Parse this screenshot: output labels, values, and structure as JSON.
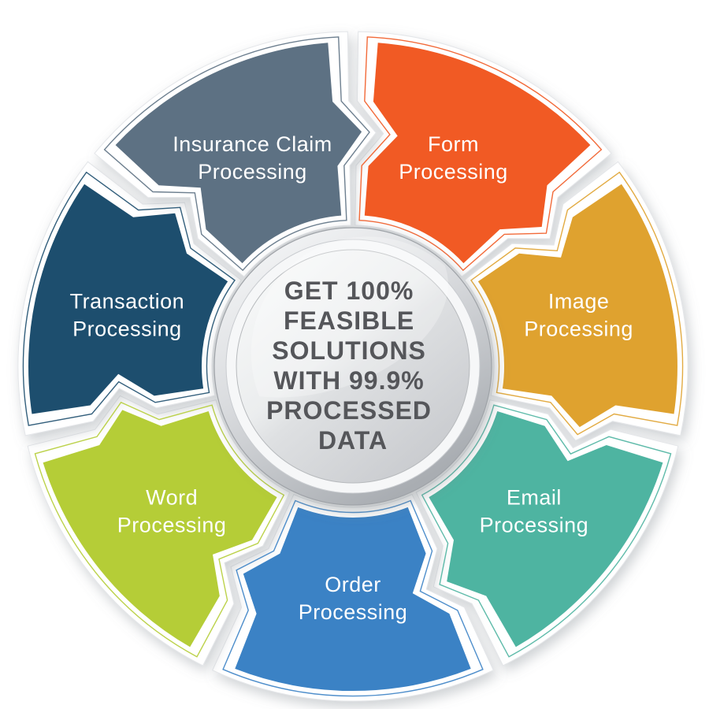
{
  "center_badge": {
    "lines": [
      "GET 100%",
      "FEASIBLE",
      "SOLUTIONS",
      "WITH 99.9%",
      "PROCESSED",
      "DATA"
    ],
    "text_color": "#55565a"
  },
  "label_color": "#ffffff",
  "segments": [
    {
      "id": "form-processing",
      "label_lines": [
        "Form",
        "Processing"
      ],
      "color": "#f15a24",
      "angle_deg": 25.71
    },
    {
      "id": "image-processing",
      "label_lines": [
        "Image",
        "Processing"
      ],
      "color": "#dfa22f",
      "angle_deg": 77.14
    },
    {
      "id": "email-processing",
      "label_lines": [
        "Email",
        "Processing"
      ],
      "color": "#4eb4a1",
      "angle_deg": 128.57
    },
    {
      "id": "order-processing",
      "label_lines": [
        "Order",
        "Processing"
      ],
      "color": "#3b82c5",
      "angle_deg": 180
    },
    {
      "id": "word-processing",
      "label_lines": [
        "Word",
        "Processing"
      ],
      "color": "#b5cd37",
      "angle_deg": 231.43
    },
    {
      "id": "transaction-processing",
      "label_lines": [
        "Transaction",
        "Processing"
      ],
      "color": "#1d4e6e",
      "angle_deg": 282.86
    },
    {
      "id": "insurance-claim-processing",
      "label_lines": [
        "Insurance Claim",
        "Processing"
      ],
      "color": "#5d7183",
      "angle_deg": 334.29
    }
  ]
}
